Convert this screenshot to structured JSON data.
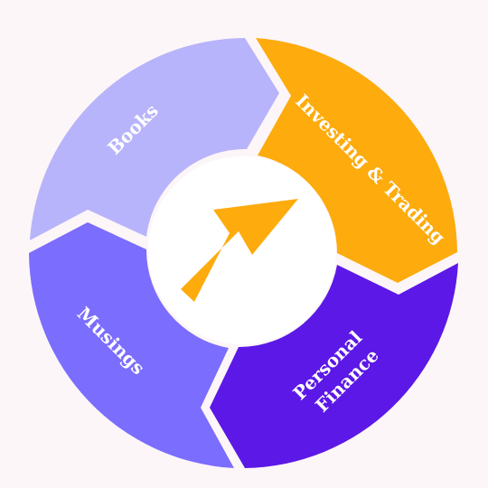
{
  "diagram": {
    "segments": [
      {
        "id": "books",
        "lines": [
          "Books"
        ],
        "color": "#b8b4fb"
      },
      {
        "id": "investing",
        "lines": [
          "Investing & Trading"
        ],
        "color": "#fdab0d"
      },
      {
        "id": "personal-finance",
        "lines": [
          "Personal",
          "Finance"
        ],
        "color": "#5c18e6"
      },
      {
        "id": "musings",
        "lines": [
          "Musings"
        ],
        "color": "#7b6dfd"
      }
    ],
    "center": {
      "icon": "up-right-arrow-icon",
      "icon_color": "#fdab0d",
      "background": "#ffffff"
    },
    "background": "#fdf6f8"
  }
}
